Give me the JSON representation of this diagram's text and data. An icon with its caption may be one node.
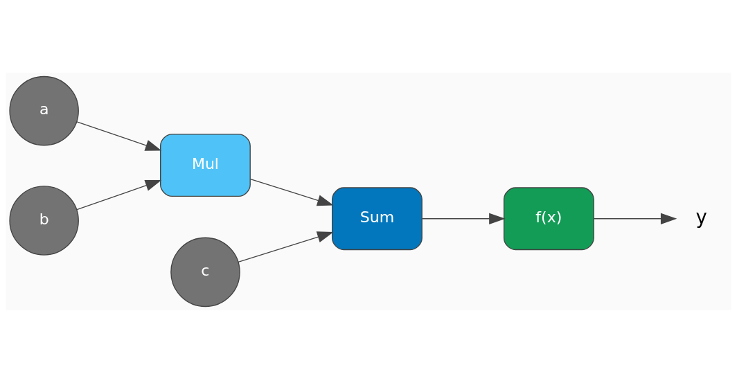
{
  "diagram": {
    "nodes": [
      {
        "text": [
          "a"
        ]
      },
      {
        "text": [
          "b"
        ]
      },
      {
        "text": [
          "c"
        ]
      },
      {
        "text": [
          "Mul"
        ]
      },
      {
        "text": [
          "Sum"
        ]
      },
      {
        "text": [
          "f(x)"
        ]
      },
      {
        "text": [
          "y"
        ]
      }
    ],
    "edges": [
      {
        "from": 0,
        "to": 3,
        "arrow": "to"
      },
      {
        "from": 1,
        "to": 3,
        "arrow": "to"
      },
      {
        "from": 3,
        "to": 4,
        "arrow": "to"
      },
      {
        "from": 2,
        "to": 4,
        "arrow": "to"
      },
      {
        "from": 4,
        "to": 5,
        "arrow": "to"
      },
      {
        "from": 5,
        "to": 6,
        "arrow": "to"
      }
    ]
  }
}
